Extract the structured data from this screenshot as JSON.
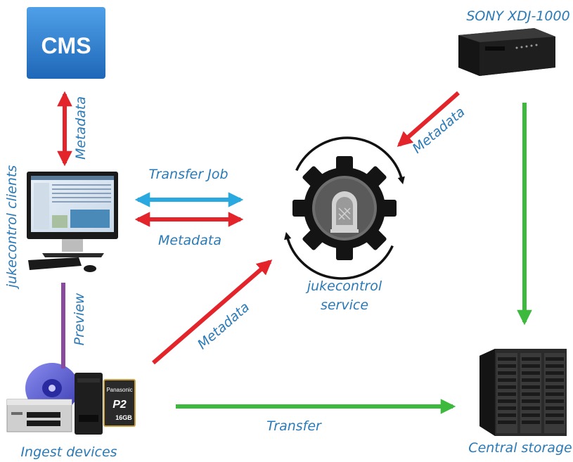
{
  "nodes": {
    "cms": {
      "label": "CMS"
    },
    "sony": {
      "label": "SONY XDJ-1000"
    },
    "clients": {
      "label": "jukecontrol clients"
    },
    "service": {
      "label_line1": "jukecontrol",
      "label_line2": "service"
    },
    "ingest": {
      "label": "Ingest devices",
      "badge_brand": "Panasonic",
      "badge_model": "P2",
      "badge_capacity": "16GB"
    },
    "storage": {
      "label": "Central storage"
    }
  },
  "edges": {
    "cms_clients": {
      "label": "Metadata"
    },
    "transfer_job": {
      "label": "Transfer Job"
    },
    "clients_service": {
      "label": "Metadata"
    },
    "sony_service": {
      "label": "Metadata"
    },
    "preview": {
      "label": "Preview"
    },
    "ingest_service": {
      "label": "Metadata"
    },
    "transfer": {
      "label": "Transfer"
    }
  },
  "colors": {
    "label_text": "#2a7ab8",
    "metadata_arrow": "#e3242b",
    "transfer_job_arrow": "#2aa9e0",
    "transfer_arrow": "#3dba3d",
    "preview_line": "#8a4a9e",
    "cms_tile": "#2f7fd0"
  },
  "icons": {
    "cms": "cms-tile-icon",
    "sony": "sony-rack-unit-icon",
    "clients": "desktop-computer-icon",
    "service": "gear-jukebox-icon",
    "ingest": "ingest-hardware-icon",
    "storage": "server-rack-icon"
  }
}
